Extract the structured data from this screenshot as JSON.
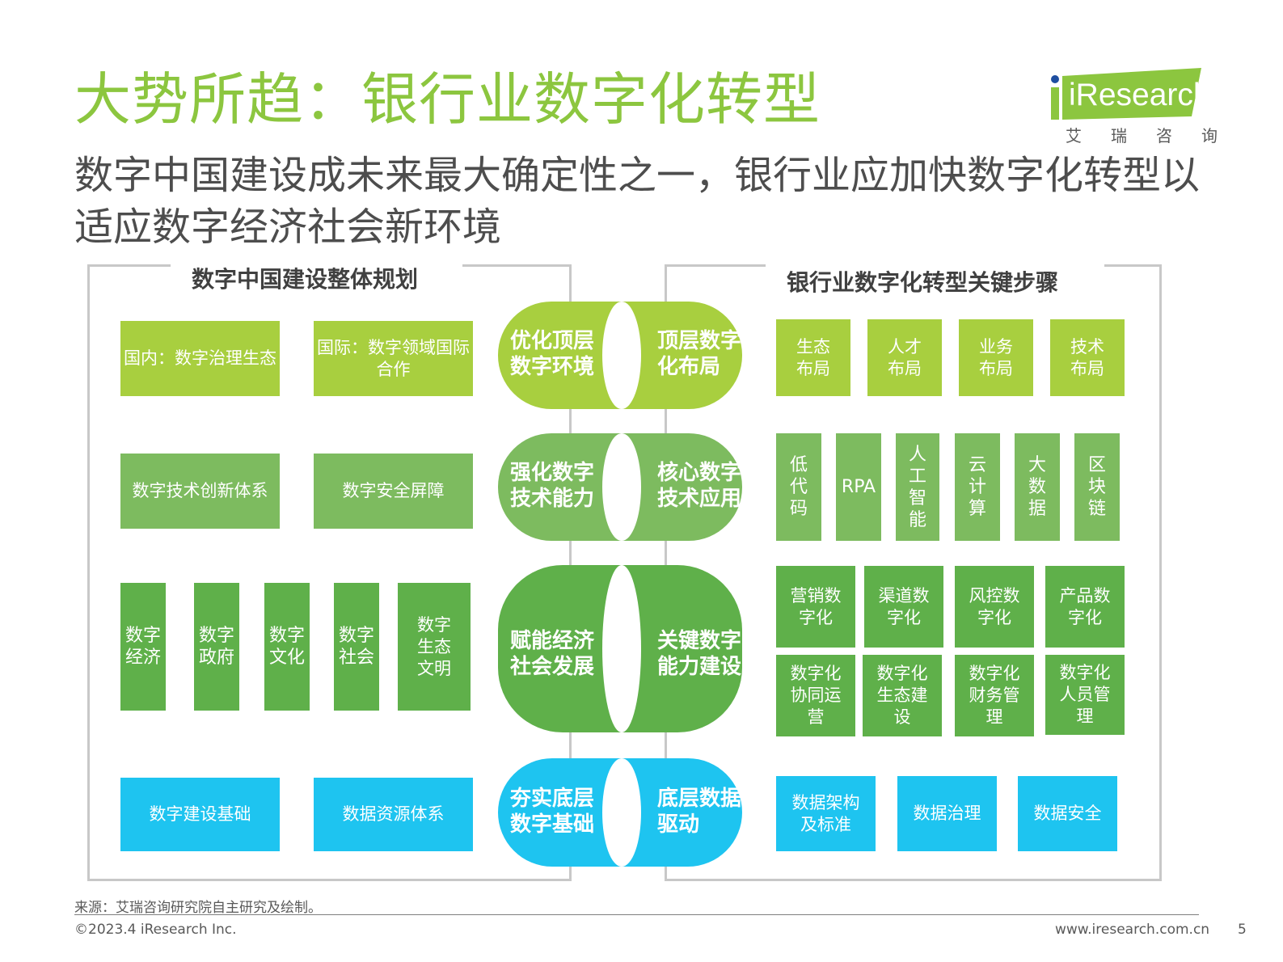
{
  "title": "大势所趋：银行业数字化转型",
  "subtitle": "数字中国建设成未来最大确定性之一，银行业应加快数字化转型以适应数字经济社会新环境",
  "logo": {
    "wordmark": "iResearch",
    "sub": [
      "艾",
      "瑞",
      "咨",
      "询"
    ]
  },
  "left": {
    "heading": "数字中国建设整体规划",
    "row1": [
      "国内：数字治理生态",
      "国际：数字领域国际合作"
    ],
    "row2": [
      "数字技术创新体系",
      "数字安全屏障"
    ],
    "row3": [
      "数字经济",
      "数字政府",
      "数字文化",
      "数字社会",
      "数字生态文明"
    ],
    "row4": [
      "数字建设基础",
      "数据资源体系"
    ]
  },
  "center": [
    {
      "left": "优化顶层数字环境",
      "right": "顶层数字化布局",
      "color": "#a8cf3f"
    },
    {
      "left": "强化数字技术能力",
      "right": "核心数字技术应用",
      "color": "#7dbb5f"
    },
    {
      "left": "赋能经济社会发展",
      "right": "关键数字能力建设",
      "color": "#5fb04a"
    },
    {
      "left": "夯实底层数字基础",
      "right": "底层数据驱动",
      "color": "#1ec4f0"
    }
  ],
  "right": {
    "heading": "银行业数字化转型关键步骤",
    "row1": [
      "生态布局",
      "人才布局",
      "业务布局",
      "技术布局"
    ],
    "row2": [
      "低代码",
      "RPA",
      "人工智能",
      "云计算",
      "大数据",
      "区块链"
    ],
    "row3a": [
      "营销数字化",
      "渠道数字化",
      "风控数字化",
      "产品数字化"
    ],
    "row3b": [
      "数字化协同运营",
      "数字化生态建设",
      "数字化财务管理",
      "数字化人员管理"
    ],
    "row4": [
      "数据架构及标准",
      "数据治理",
      "数据安全"
    ]
  },
  "footer": {
    "source": "来源：艾瑞咨询研究院自主研究及绘制。",
    "copyright": "©2023.4 iResearch Inc.",
    "url": "www.iresearch.com.cn",
    "page": "5"
  }
}
